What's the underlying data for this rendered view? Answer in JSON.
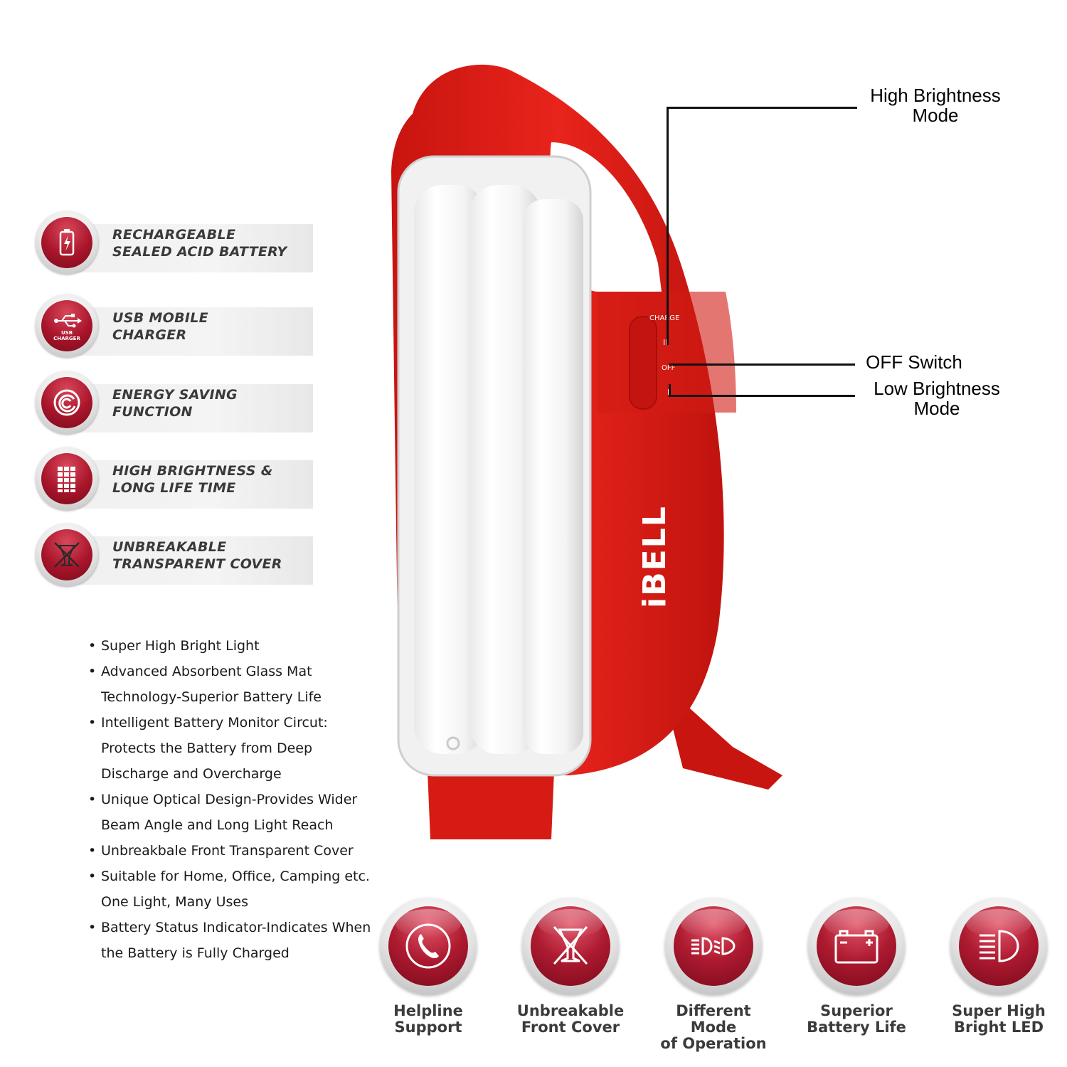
{
  "features": [
    {
      "label": "RECHARGEABLE\nSEALED ACID BATTERY",
      "icon": "battery-icon"
    },
    {
      "label": "USB MOBILE\nCHARGER",
      "icon": "usb-icon",
      "icon_caption": "USB\nCHARGER"
    },
    {
      "label": "ENERGY SAVING\nFUNCTION",
      "icon": "energy-swirl-icon"
    },
    {
      "label": "HIGH BRIGHTNESS &\nLONG LIFE TIME",
      "icon": "led-grid-icon"
    },
    {
      "label": "UNBREAKABLE\nTRANSPARENT COVER",
      "icon": "unbreakable-glass-icon"
    }
  ],
  "bullets": [
    "Super High Bright Light",
    "Advanced Absorbent Glass Mat Technology-Superior Battery Life",
    "Intelligent Battery Monitor Circut: Protects the Battery from Deep Discharge and Overcharge",
    "Unique Optical Design-Provides Wider Beam Angle and Long Light Reach",
    "Unbreakbale Front Transparent Cover",
    "Suitable for Home, Office, Camping etc. One Light, Many Uses",
    "Battery Status Indicator-Indicates When the Battery is Fully Charged"
  ],
  "product": {
    "brand": "iBELL",
    "switch_labels": {
      "charge": "CHARGE",
      "high": "II",
      "off": "OFF",
      "low": "I"
    },
    "body_color": "#e0201a"
  },
  "callouts": {
    "high": "High Brightness\nMode",
    "off": "OFF Switch",
    "low": "Low Brightness\nMode"
  },
  "bottom_features": [
    {
      "label": "Helpline\nSupport",
      "icon": "phone-icon"
    },
    {
      "label": "Unbreakable\nFront Cover",
      "icon": "broken-glass-icon"
    },
    {
      "label": "Different Mode\nof Operation",
      "icon": "headlight-modes-icon"
    },
    {
      "label": "Superior\nBattery Life",
      "icon": "car-battery-icon"
    },
    {
      "label": "Super High\nBright LED",
      "icon": "high-beam-icon"
    }
  ],
  "colors": {
    "accent_red": "#a8152b",
    "lamp_red": "#e0201a"
  }
}
